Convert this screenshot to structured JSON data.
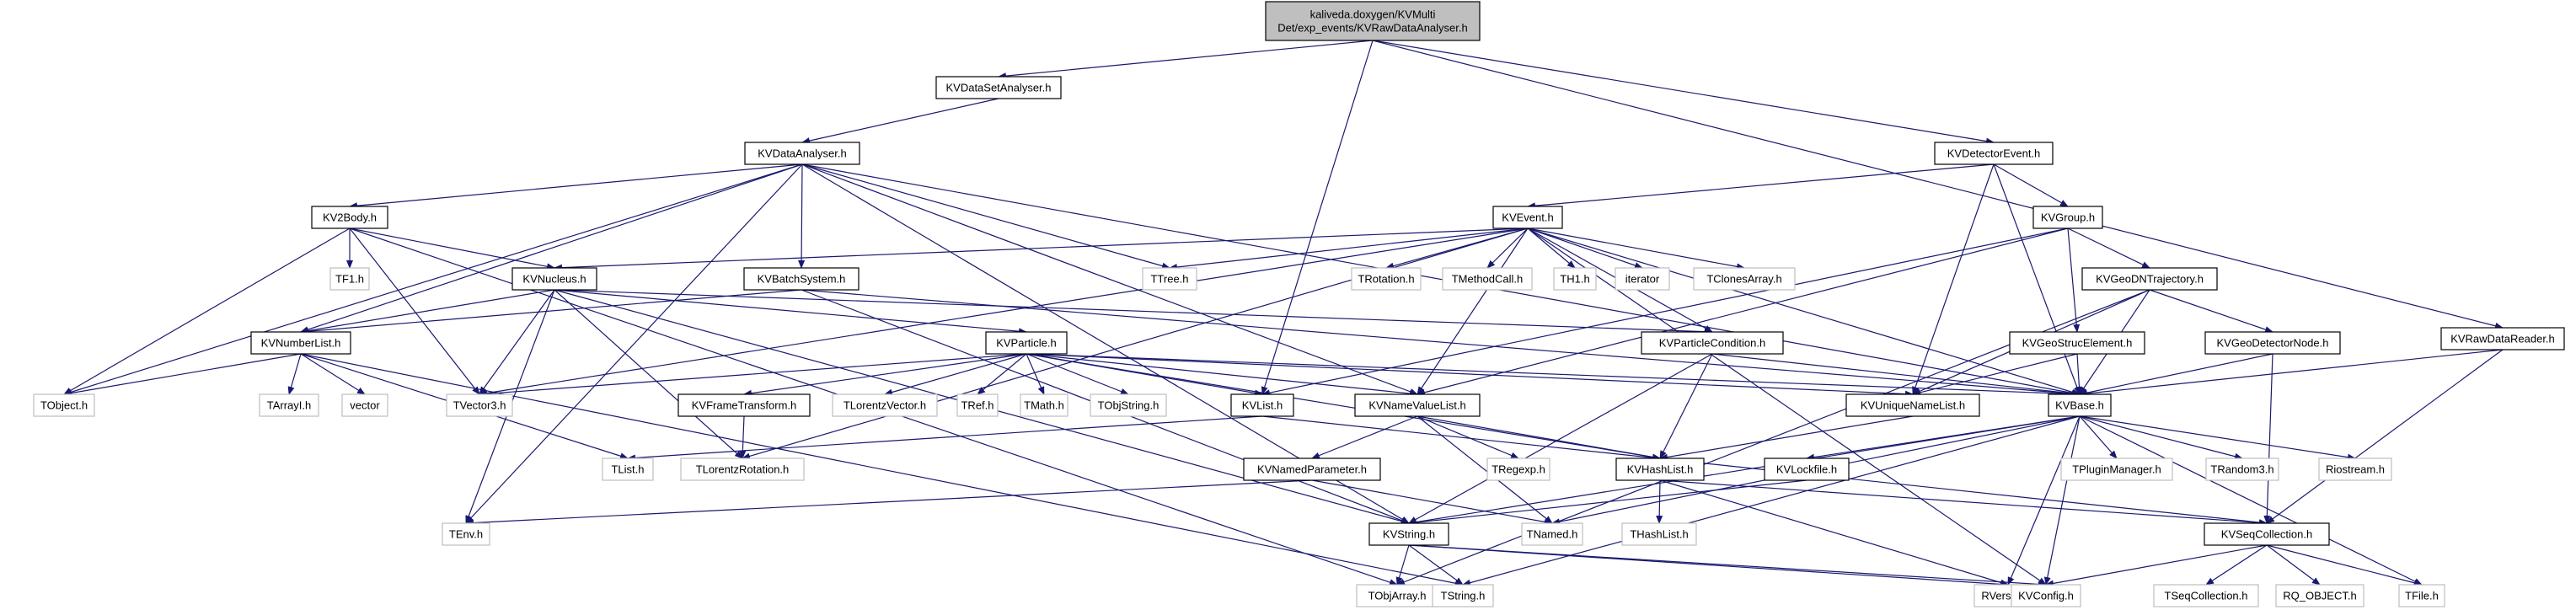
{
  "graph": {
    "root": "kaliveda.doxygen/KVMultiDet/exp_events/KVRawDataAnalyser.h",
    "nodes": [
      {
        "id": "root",
        "lines": [
          "kaliveda.doxygen/KVMulti",
          "Det/exp_events/KVRawDataAnalyser.h"
        ],
        "kind": "root"
      },
      {
        "id": "KVDataSetAnalyser",
        "lines": [
          "KVDataSetAnalyser.h"
        ],
        "kind": "int"
      },
      {
        "id": "KVDetectorEvent",
        "lines": [
          "KVDetectorEvent.h"
        ],
        "kind": "int"
      },
      {
        "id": "KVRawDataReader",
        "lines": [
          "KVRawDataReader.h"
        ],
        "kind": "int"
      },
      {
        "id": "KVDataAnalyser",
        "lines": [
          "KVDataAnalyser.h"
        ],
        "kind": "int"
      },
      {
        "id": "KV2Body",
        "lines": [
          "KV2Body.h"
        ],
        "kind": "int"
      },
      {
        "id": "KVEvent",
        "lines": [
          "KVEvent.h"
        ],
        "kind": "int"
      },
      {
        "id": "KVGroup",
        "lines": [
          "KVGroup.h"
        ],
        "kind": "int"
      },
      {
        "id": "TF1",
        "lines": [
          "TF1.h"
        ],
        "kind": "ext"
      },
      {
        "id": "KVNucleus",
        "lines": [
          "KVNucleus.h"
        ],
        "kind": "int"
      },
      {
        "id": "KVBatchSystem",
        "lines": [
          "KVBatchSystem.h"
        ],
        "kind": "int"
      },
      {
        "id": "TTree",
        "lines": [
          "TTree.h"
        ],
        "kind": "ext"
      },
      {
        "id": "TRotation",
        "lines": [
          "TRotation.h"
        ],
        "kind": "ext"
      },
      {
        "id": "TMethodCall",
        "lines": [
          "TMethodCall.h"
        ],
        "kind": "ext"
      },
      {
        "id": "TH1",
        "lines": [
          "TH1.h"
        ],
        "kind": "ext"
      },
      {
        "id": "iterator",
        "lines": [
          "iterator"
        ],
        "kind": "ext"
      },
      {
        "id": "TClonesArray",
        "lines": [
          "TClonesArray.h"
        ],
        "kind": "ext"
      },
      {
        "id": "KVGeoDNTrajectory",
        "lines": [
          "KVGeoDNTrajectory.h"
        ],
        "kind": "int"
      },
      {
        "id": "KVNumberList",
        "lines": [
          "KVNumberList.h"
        ],
        "kind": "int"
      },
      {
        "id": "KVParticle",
        "lines": [
          "KVParticle.h"
        ],
        "kind": "int"
      },
      {
        "id": "KVParticleCondition",
        "lines": [
          "KVParticleCondition.h"
        ],
        "kind": "int"
      },
      {
        "id": "KVGeoStrucElement",
        "lines": [
          "KVGeoStrucElement.h"
        ],
        "kind": "int"
      },
      {
        "id": "KVGeoDetectorNode",
        "lines": [
          "KVGeoDetectorNode.h"
        ],
        "kind": "int"
      },
      {
        "id": "TObject",
        "lines": [
          "TObject.h"
        ],
        "kind": "ext"
      },
      {
        "id": "TArrayI",
        "lines": [
          "TArrayI.h"
        ],
        "kind": "ext"
      },
      {
        "id": "vector",
        "lines": [
          "vector"
        ],
        "kind": "ext"
      },
      {
        "id": "TVector3",
        "lines": [
          "TVector3.h"
        ],
        "kind": "ext"
      },
      {
        "id": "KVFrameTransform",
        "lines": [
          "KVFrameTransform.h"
        ],
        "kind": "int"
      },
      {
        "id": "TLorentzVector",
        "lines": [
          "TLorentzVector.h"
        ],
        "kind": "ext"
      },
      {
        "id": "TRef",
        "lines": [
          "TRef.h"
        ],
        "kind": "ext"
      },
      {
        "id": "TMath",
        "lines": [
          "TMath.h"
        ],
        "kind": "ext"
      },
      {
        "id": "TObjString",
        "lines": [
          "TObjString.h"
        ],
        "kind": "ext"
      },
      {
        "id": "KVList",
        "lines": [
          "KVList.h"
        ],
        "kind": "int"
      },
      {
        "id": "KVNameValueList",
        "lines": [
          "KVNameValueList.h"
        ],
        "kind": "int"
      },
      {
        "id": "KVUniqueNameList",
        "lines": [
          "KVUniqueNameList.h"
        ],
        "kind": "int"
      },
      {
        "id": "KVBase",
        "lines": [
          "KVBase.h"
        ],
        "kind": "int"
      },
      {
        "id": "TList",
        "lines": [
          "TList.h"
        ],
        "kind": "ext"
      },
      {
        "id": "TLorentzRotation",
        "lines": [
          "TLorentzRotation.h"
        ],
        "kind": "ext"
      },
      {
        "id": "KVNamedParameter",
        "lines": [
          "KVNamedParameter.h"
        ],
        "kind": "int"
      },
      {
        "id": "TRegexp",
        "lines": [
          "TRegexp.h"
        ],
        "kind": "ext"
      },
      {
        "id": "KVHashList",
        "lines": [
          "KVHashList.h"
        ],
        "kind": "int"
      },
      {
        "id": "KVLockfile",
        "lines": [
          "KVLockfile.h"
        ],
        "kind": "int"
      },
      {
        "id": "TPluginManager",
        "lines": [
          "TPluginManager.h"
        ],
        "kind": "ext"
      },
      {
        "id": "TRandom3",
        "lines": [
          "TRandom3.h"
        ],
        "kind": "ext"
      },
      {
        "id": "Riostream",
        "lines": [
          "Riostream.h"
        ],
        "kind": "ext"
      },
      {
        "id": "TEnv",
        "lines": [
          "TEnv.h"
        ],
        "kind": "ext"
      },
      {
        "id": "KVString",
        "lines": [
          "KVString.h"
        ],
        "kind": "int"
      },
      {
        "id": "TNamed",
        "lines": [
          "TNamed.h"
        ],
        "kind": "ext"
      },
      {
        "id": "THashList",
        "lines": [
          "THashList.h"
        ],
        "kind": "ext"
      },
      {
        "id": "KVSeqCollection",
        "lines": [
          "KVSeqCollection.h"
        ],
        "kind": "int"
      },
      {
        "id": "TObjArray",
        "lines": [
          "TObjArray.h"
        ],
        "kind": "ext"
      },
      {
        "id": "TString",
        "lines": [
          "TString.h"
        ],
        "kind": "ext"
      },
      {
        "id": "RVersion",
        "lines": [
          "RVersion.h"
        ],
        "kind": "ext"
      },
      {
        "id": "KVConfig",
        "lines": [
          "KVConfig.h"
        ],
        "kind": "ext"
      },
      {
        "id": "TSeqCollection",
        "lines": [
          "TSeqCollection.h"
        ],
        "kind": "ext"
      },
      {
        "id": "RQ_OBJECT",
        "lines": [
          "RQ_OBJECT.h"
        ],
        "kind": "ext"
      },
      {
        "id": "TFile",
        "lines": [
          "TFile.h"
        ],
        "kind": "ext"
      }
    ],
    "edges": [
      [
        "root",
        "KVDataSetAnalyser"
      ],
      [
        "root",
        "KVDetectorEvent"
      ],
      [
        "root",
        "KVRawDataReader"
      ],
      [
        "root",
        "KVList"
      ],
      [
        "KVDataSetAnalyser",
        "KVDataAnalyser"
      ],
      [
        "KVDataAnalyser",
        "KV2Body"
      ],
      [
        "KVDataAnalyser",
        "KVBatchSystem"
      ],
      [
        "KVDataAnalyser",
        "TTree"
      ],
      [
        "KVDataAnalyser",
        "TObject"
      ],
      [
        "KVDataAnalyser",
        "KVNumberList"
      ],
      [
        "KVDataAnalyser",
        "KVNameValueList"
      ],
      [
        "KVDataAnalyser",
        "KVString"
      ],
      [
        "KVDataAnalyser",
        "TEnv"
      ],
      [
        "KVDataAnalyser",
        "KVBase"
      ],
      [
        "KV2Body",
        "TF1"
      ],
      [
        "KV2Body",
        "KVNucleus"
      ],
      [
        "KV2Body",
        "TObject"
      ],
      [
        "KV2Body",
        "TVector3"
      ],
      [
        "KV2Body",
        "TObjArray"
      ],
      [
        "KVDetectorEvent",
        "KVEvent"
      ],
      [
        "KVDetectorEvent",
        "KVGroup"
      ],
      [
        "KVDetectorEvent",
        "KVUniqueNameList"
      ],
      [
        "KVDetectorEvent",
        "KVBase"
      ],
      [
        "KVEvent",
        "KVNucleus"
      ],
      [
        "KVEvent",
        "TTree"
      ],
      [
        "KVEvent",
        "TRotation"
      ],
      [
        "KVEvent",
        "TMethodCall"
      ],
      [
        "KVEvent",
        "TH1"
      ],
      [
        "KVEvent",
        "iterator"
      ],
      [
        "KVEvent",
        "TClonesArray"
      ],
      [
        "KVEvent",
        "KVParticleCondition"
      ],
      [
        "KVEvent",
        "KVNameValueList"
      ],
      [
        "KVEvent",
        "TVector3"
      ],
      [
        "KVEvent",
        "TLorentzRotation"
      ],
      [
        "KVEvent",
        "KVConfig"
      ],
      [
        "KVEvent",
        "KVBase"
      ],
      [
        "KVGroup",
        "KVGeoDNTrajectory"
      ],
      [
        "KVGroup",
        "KVGeoStrucElement"
      ],
      [
        "KVGroup",
        "KVList"
      ],
      [
        "KVGroup",
        "KVNameValueList"
      ],
      [
        "KVGeoDNTrajectory",
        "KVGeoDetectorNode"
      ],
      [
        "KVGeoDNTrajectory",
        "KVBase"
      ],
      [
        "KVGeoDNTrajectory",
        "KVUniqueNameList"
      ],
      [
        "KVGeoDNTrajectory",
        "TObjArray"
      ],
      [
        "KVGeoStrucElement",
        "KVUniqueNameList"
      ],
      [
        "KVGeoStrucElement",
        "KVBase"
      ],
      [
        "KVGeoDetectorNode",
        "KVBase"
      ],
      [
        "KVGeoDetectorNode",
        "KVSeqCollection"
      ],
      [
        "KVRawDataReader",
        "KVBase"
      ],
      [
        "KVRawDataReader",
        "KVSeqCollection"
      ],
      [
        "KVNucleus",
        "KVNumberList"
      ],
      [
        "KVNucleus",
        "KVParticle"
      ],
      [
        "KVNucleus",
        "TVector3"
      ],
      [
        "KVNucleus",
        "TEnv"
      ],
      [
        "KVNucleus",
        "TLorentzRotation"
      ],
      [
        "KVNucleus",
        "KVString"
      ],
      [
        "KVNucleus",
        "KVParticleCondition"
      ],
      [
        "KVBatchSystem",
        "KVNumberList"
      ],
      [
        "KVBatchSystem",
        "KVBase"
      ],
      [
        "KVBatchSystem",
        "KVString"
      ],
      [
        "KVNumberList",
        "TObject"
      ],
      [
        "KVNumberList",
        "TArrayI"
      ],
      [
        "KVNumberList",
        "vector"
      ],
      [
        "KVNumberList",
        "TList"
      ],
      [
        "KVNumberList",
        "TString"
      ],
      [
        "KVParticle",
        "TVector3"
      ],
      [
        "KVParticle",
        "KVFrameTransform"
      ],
      [
        "KVParticle",
        "TLorentzVector"
      ],
      [
        "KVParticle",
        "TRef"
      ],
      [
        "KVParticle",
        "TMath"
      ],
      [
        "KVParticle",
        "TObjString"
      ],
      [
        "KVParticle",
        "KVList"
      ],
      [
        "KVParticle",
        "KVNameValueList"
      ],
      [
        "KVParticle",
        "KVUniqueNameList"
      ],
      [
        "KVParticle",
        "KVBase"
      ],
      [
        "KVParticle",
        "KVHashList"
      ],
      [
        "KVFrameTransform",
        "TLorentzRotation"
      ],
      [
        "KVParticleCondition",
        "KVBase"
      ],
      [
        "KVParticleCondition",
        "KVHashList"
      ],
      [
        "KVParticleCondition",
        "KVString"
      ],
      [
        "KVList",
        "TList"
      ],
      [
        "KVList",
        "KVSeqCollection"
      ],
      [
        "KVNameValueList",
        "KVNamedParameter"
      ],
      [
        "KVNameValueList",
        "TRegexp"
      ],
      [
        "KVNameValueList",
        "KVHashList"
      ],
      [
        "KVNameValueList",
        "TNamed"
      ],
      [
        "KVUniqueNameList",
        "KVHashList"
      ],
      [
        "KVNamedParameter",
        "TEnv"
      ],
      [
        "KVNamedParameter",
        "TNamed"
      ],
      [
        "KVHashList",
        "THashList"
      ],
      [
        "KVHashList",
        "KVSeqCollection"
      ],
      [
        "KVHashList",
        "RVersion"
      ],
      [
        "KVBase",
        "KVLockfile"
      ],
      [
        "KVBase",
        "TPluginManager"
      ],
      [
        "KVBase",
        "TRandom3"
      ],
      [
        "KVBase",
        "Riostream"
      ],
      [
        "KVBase",
        "KVString"
      ],
      [
        "KVBase",
        "TNamed"
      ],
      [
        "KVBase",
        "TString"
      ],
      [
        "KVBase",
        "RVersion"
      ],
      [
        "KVBase",
        "KVConfig"
      ],
      [
        "KVBase",
        "TFile"
      ],
      [
        "KVLockfile",
        "KVString"
      ],
      [
        "KVString",
        "TObjArray"
      ],
      [
        "KVString",
        "TString"
      ],
      [
        "KVString",
        "RVersion"
      ],
      [
        "KVString",
        "KVConfig"
      ],
      [
        "KVSeqCollection",
        "KVConfig"
      ],
      [
        "KVSeqCollection",
        "TSeqCollection"
      ],
      [
        "KVSeqCollection",
        "RQ_OBJECT"
      ],
      [
        "KVSeqCollection",
        "TFile"
      ]
    ]
  }
}
